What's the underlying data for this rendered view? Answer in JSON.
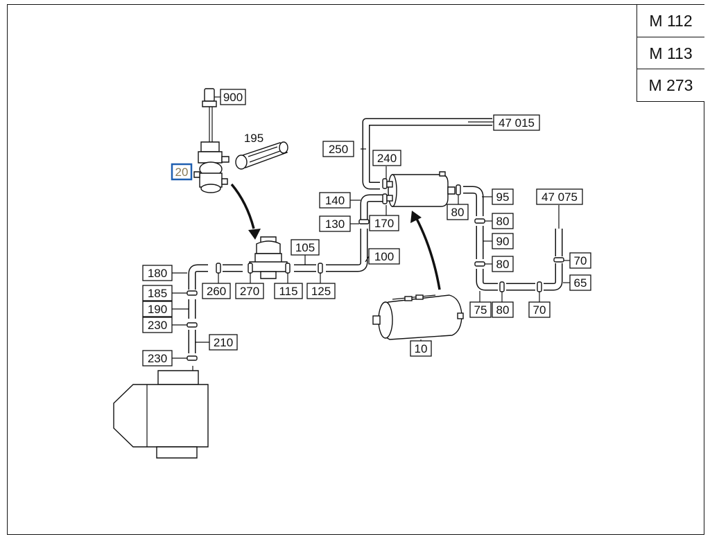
{
  "models": [
    "M 112",
    "M 113",
    "M 273"
  ],
  "callouts": {
    "c900": "900",
    "c195": "195",
    "c20": "20",
    "c250": "250",
    "c240": "240",
    "c140": "140",
    "c130": "130",
    "c170": "170",
    "c105": "105",
    "c100": "100",
    "c180": "180",
    "c260": "260",
    "c270": "270",
    "c115": "115",
    "c125": "125",
    "c185": "185",
    "c190": "190",
    "c230a": "230",
    "c210": "210",
    "c230b": "230",
    "c95": "95",
    "c80a": "80",
    "c80b": "80",
    "c90": "90",
    "c80c": "80",
    "c75": "75",
    "c80d": "80",
    "c70a": "70",
    "c65": "65",
    "c70b": "70",
    "c10": "10",
    "c47015": "47 015",
    "c47075": "47 075"
  },
  "colors": {
    "highlight": "#1f5fb0",
    "highlight_text": "#8a7a55",
    "ink": "#111111"
  }
}
